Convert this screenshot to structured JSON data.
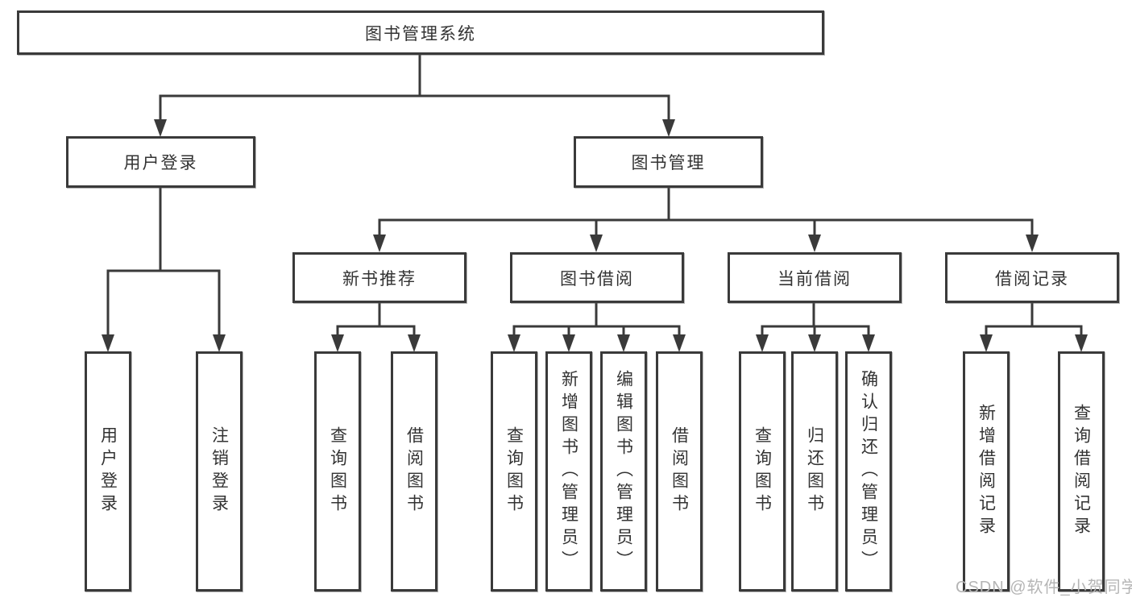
{
  "diagram": {
    "title": "图书管理系统",
    "root": {
      "label": "图书管理系统"
    },
    "level2": [
      {
        "id": "user-login",
        "label": "用户登录",
        "parent": "root"
      },
      {
        "id": "book-management",
        "label": "图书管理",
        "parent": "root"
      }
    ],
    "level3": [
      {
        "id": "new-book-recommend",
        "label": "新书推荐",
        "parent": "book-management"
      },
      {
        "id": "book-borrow",
        "label": "图书借阅",
        "parent": "book-management"
      },
      {
        "id": "current-borrow",
        "label": "当前借阅",
        "parent": "book-management"
      },
      {
        "id": "borrow-records",
        "label": "借阅记录",
        "parent": "book-management"
      }
    ],
    "leaves": [
      {
        "id": "user-login-action",
        "label": "用户登录",
        "parent": "user-login"
      },
      {
        "id": "logout",
        "label": "注销登录",
        "parent": "user-login"
      },
      {
        "id": "query-books-recommend",
        "label": "查询图书",
        "parent": "new-book-recommend"
      },
      {
        "id": "borrow-books-recommend",
        "label": "借阅图书",
        "parent": "new-book-recommend"
      },
      {
        "id": "query-books-borrow",
        "label": "查询图书",
        "parent": "book-borrow"
      },
      {
        "id": "add-books-admin",
        "label": "新增图书（管理员）",
        "parent": "book-borrow"
      },
      {
        "id": "edit-books-admin",
        "label": "编辑图书（管理员）",
        "parent": "book-borrow"
      },
      {
        "id": "borrow-books",
        "label": "借阅图书",
        "parent": "book-borrow"
      },
      {
        "id": "query-books-current",
        "label": "查询图书",
        "parent": "current-borrow"
      },
      {
        "id": "return-books",
        "label": "归还图书",
        "parent": "current-borrow"
      },
      {
        "id": "confirm-return-admin",
        "label": "确认归还（管理员）",
        "parent": "current-borrow"
      },
      {
        "id": "add-borrow-record",
        "label": "新增借阅记录",
        "parent": "borrow-records"
      },
      {
        "id": "query-borrow-record",
        "label": "查询借阅记录",
        "parent": "borrow-records"
      }
    ]
  },
  "watermark": {
    "text": "CSDN @软件_小贺同学"
  },
  "colors": {
    "line": "#3a3a3a",
    "box_border": "#3a3a3a",
    "text": "#333333",
    "watermark": "#b5b5b5",
    "background": "#ffffff"
  }
}
